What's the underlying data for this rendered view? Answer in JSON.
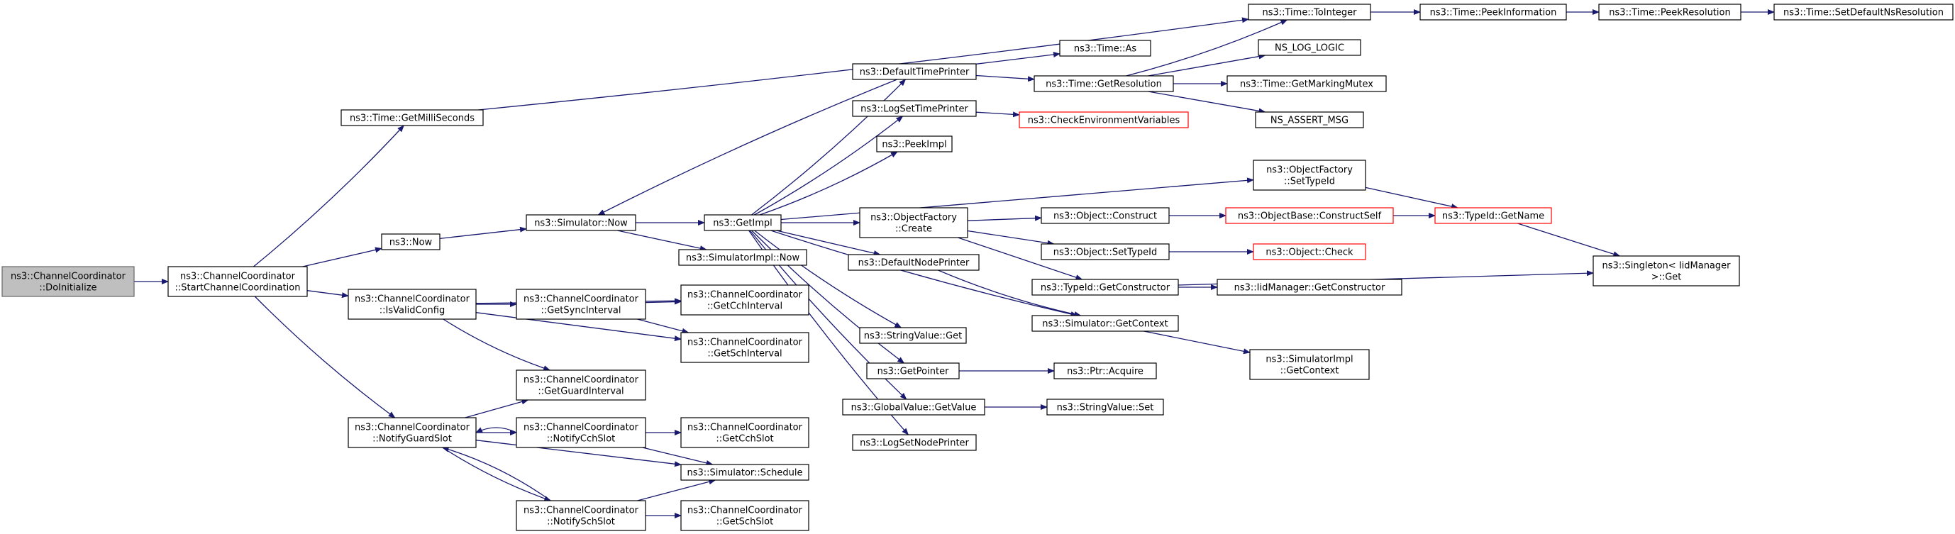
{
  "graph": {
    "colors": {
      "background": "#ffffff",
      "edge": "#191970",
      "root_fill": "#bfbfbf",
      "root_stroke": "#666666",
      "node_stroke": "#000000",
      "truncated_stroke": "#ff0000"
    },
    "nodes": [
      {
        "id": "DoInitialize",
        "lines": [
          "ns3::ChannelCoordinator",
          "::DoInitialize"
        ],
        "kind": "root"
      },
      {
        "id": "StartChannelCoordination",
        "lines": [
          "ns3::ChannelCoordinator",
          "::StartChannelCoordination"
        ],
        "kind": "normal"
      },
      {
        "id": "GetMilliSeconds",
        "lines": [
          "ns3::Time::GetMilliSeconds"
        ],
        "kind": "normal"
      },
      {
        "id": "Now",
        "lines": [
          "ns3::Now"
        ],
        "kind": "normal"
      },
      {
        "id": "IsValidConfig",
        "lines": [
          "ns3::ChannelCoordinator",
          "::IsValidConfig"
        ],
        "kind": "normal"
      },
      {
        "id": "NotifyGuardSlot",
        "lines": [
          "ns3::ChannelCoordinator",
          "::NotifyGuardSlot"
        ],
        "kind": "normal"
      },
      {
        "id": "SimulatorNow",
        "lines": [
          "ns3::Simulator::Now"
        ],
        "kind": "normal"
      },
      {
        "id": "GetSyncInterval",
        "lines": [
          "ns3::ChannelCoordinator",
          "::GetSyncInterval"
        ],
        "kind": "normal"
      },
      {
        "id": "GetGuardInterval",
        "lines": [
          "ns3::ChannelCoordinator",
          "::GetGuardInterval"
        ],
        "kind": "normal"
      },
      {
        "id": "NotifyCchSlot",
        "lines": [
          "ns3::ChannelCoordinator",
          "::NotifyCchSlot"
        ],
        "kind": "normal"
      },
      {
        "id": "NotifySchSlot",
        "lines": [
          "ns3::ChannelCoordinator",
          "::NotifySchSlot"
        ],
        "kind": "normal"
      },
      {
        "id": "GetImpl",
        "lines": [
          "ns3::GetImpl"
        ],
        "kind": "normal"
      },
      {
        "id": "SimulatorImplNow",
        "lines": [
          "ns3::SimulatorImpl::Now"
        ],
        "kind": "normal"
      },
      {
        "id": "GetCchInterval",
        "lines": [
          "ns3::ChannelCoordinator",
          "::GetCchInterval"
        ],
        "kind": "normal"
      },
      {
        "id": "GetSchInterval",
        "lines": [
          "ns3::ChannelCoordinator",
          "::GetSchInterval"
        ],
        "kind": "normal"
      },
      {
        "id": "GetCchSlot",
        "lines": [
          "ns3::ChannelCoordinator",
          "::GetCchSlot"
        ],
        "kind": "normal"
      },
      {
        "id": "Schedule",
        "lines": [
          "ns3::Simulator::Schedule"
        ],
        "kind": "normal"
      },
      {
        "id": "GetSchSlot",
        "lines": [
          "ns3::ChannelCoordinator",
          "::GetSchSlot"
        ],
        "kind": "normal"
      },
      {
        "id": "DefaultTimePrinter",
        "lines": [
          "ns3::DefaultTimePrinter"
        ],
        "kind": "normal"
      },
      {
        "id": "LogSetTimePrinter",
        "lines": [
          "ns3::LogSetTimePrinter"
        ],
        "kind": "normal"
      },
      {
        "id": "PeekImpl",
        "lines": [
          "ns3::PeekImpl"
        ],
        "kind": "normal"
      },
      {
        "id": "ObjectFactoryCreate",
        "lines": [
          "ns3::ObjectFactory",
          "::Create"
        ],
        "kind": "normal"
      },
      {
        "id": "DefaultNodePrinter",
        "lines": [
          "ns3::DefaultNodePrinter"
        ],
        "kind": "normal"
      },
      {
        "id": "StringValueGet",
        "lines": [
          "ns3::StringValue::Get"
        ],
        "kind": "normal"
      },
      {
        "id": "GetPointer",
        "lines": [
          "ns3::GetPointer"
        ],
        "kind": "normal"
      },
      {
        "id": "GlobalValueGetValue",
        "lines": [
          "ns3::GlobalValue::GetValue"
        ],
        "kind": "normal"
      },
      {
        "id": "LogSetNodePrinter",
        "lines": [
          "ns3::LogSetNodePrinter"
        ],
        "kind": "normal"
      },
      {
        "id": "TimeAs",
        "lines": [
          "ns3::Time::As"
        ],
        "kind": "normal"
      },
      {
        "id": "GetResolution",
        "lines": [
          "ns3::Time::GetResolution"
        ],
        "kind": "normal"
      },
      {
        "id": "CheckEnvironmentVariables",
        "lines": [
          "ns3::CheckEnvironmentVariables"
        ],
        "kind": "truncated"
      },
      {
        "id": "ObjectConstruct",
        "lines": [
          "ns3::Object::Construct"
        ],
        "kind": "normal"
      },
      {
        "id": "ObjectSetTypeId",
        "lines": [
          "ns3::Object::SetTypeId"
        ],
        "kind": "normal"
      },
      {
        "id": "GetConstructor",
        "lines": [
          "ns3::TypeId::GetConstructor"
        ],
        "kind": "normal"
      },
      {
        "id": "GetContext",
        "lines": [
          "ns3::Simulator::GetContext"
        ],
        "kind": "normal"
      },
      {
        "id": "PtrAcquire",
        "lines": [
          "ns3::Ptr::Acquire"
        ],
        "kind": "normal"
      },
      {
        "id": "StringValueSet",
        "lines": [
          "ns3::StringValue::Set"
        ],
        "kind": "normal"
      },
      {
        "id": "ToInteger",
        "lines": [
          "ns3::Time::ToInteger"
        ],
        "kind": "normal"
      },
      {
        "id": "NS_LOG_LOGIC",
        "lines": [
          "NS_LOG_LOGIC"
        ],
        "kind": "normal"
      },
      {
        "id": "GetMarkingMutex",
        "lines": [
          "ns3::Time::GetMarkingMutex"
        ],
        "kind": "normal"
      },
      {
        "id": "NS_ASSERT_MSG",
        "lines": [
          "NS_ASSERT_MSG"
        ],
        "kind": "normal"
      },
      {
        "id": "ObjectFactorySetTypeId",
        "lines": [
          "ns3::ObjectFactory",
          "::SetTypeId"
        ],
        "kind": "normal"
      },
      {
        "id": "ConstructSelf",
        "lines": [
          "ns3::ObjectBase::ConstructSelf"
        ],
        "kind": "truncated"
      },
      {
        "id": "ObjectCheck",
        "lines": [
          "ns3::Object::Check"
        ],
        "kind": "truncated"
      },
      {
        "id": "IidGetConstructor",
        "lines": [
          "ns3::IidManager::GetConstructor"
        ],
        "kind": "normal"
      },
      {
        "id": "SimulatorImplGetContext",
        "lines": [
          "ns3::SimulatorImpl",
          "::GetContext"
        ],
        "kind": "normal"
      },
      {
        "id": "PeekInformation",
        "lines": [
          "ns3::Time::PeekInformation"
        ],
        "kind": "normal"
      },
      {
        "id": "PeekResolution",
        "lines": [
          "ns3::Time::PeekResolution"
        ],
        "kind": "normal"
      },
      {
        "id": "SetDefaultNsResolution",
        "lines": [
          "ns3::Time::SetDefaultNsResolution"
        ],
        "kind": "normal"
      },
      {
        "id": "TypeIdGetName",
        "lines": [
          "ns3::TypeId::GetName"
        ],
        "kind": "truncated"
      },
      {
        "id": "SingletonGet",
        "lines": [
          "ns3::Singleton< IidManager",
          " >::Get"
        ],
        "kind": "normal"
      }
    ],
    "edges": [
      [
        "DoInitialize",
        "StartChannelCoordination"
      ],
      [
        "StartChannelCoordination",
        "GetMilliSeconds"
      ],
      [
        "StartChannelCoordination",
        "Now"
      ],
      [
        "StartChannelCoordination",
        "IsValidConfig"
      ],
      [
        "StartChannelCoordination",
        "NotifyGuardSlot"
      ],
      [
        "GetMilliSeconds",
        "ToInteger"
      ],
      [
        "Now",
        "SimulatorNow"
      ],
      [
        "SimulatorNow",
        "GetImpl"
      ],
      [
        "SimulatorNow",
        "SimulatorImplNow"
      ],
      [
        "IsValidConfig",
        "GetSyncInterval"
      ],
      [
        "IsValidConfig",
        "GetCchInterval"
      ],
      [
        "IsValidConfig",
        "GetSchInterval"
      ],
      [
        "IsValidConfig",
        "GetGuardInterval"
      ],
      [
        "GetSyncInterval",
        "GetCchInterval"
      ],
      [
        "GetSyncInterval",
        "GetSchInterval"
      ],
      [
        "NotifyGuardSlot",
        "GetGuardInterval"
      ],
      [
        "NotifyGuardSlot",
        "NotifyCchSlot"
      ],
      [
        "NotifyGuardSlot",
        "Schedule"
      ],
      [
        "NotifyGuardSlot",
        "NotifySchSlot"
      ],
      [
        "NotifyCchSlot",
        "NotifyGuardSlot"
      ],
      [
        "NotifyCchSlot",
        "GetCchSlot"
      ],
      [
        "NotifyCchSlot",
        "Schedule"
      ],
      [
        "NotifySchSlot",
        "NotifyGuardSlot"
      ],
      [
        "NotifySchSlot",
        "Schedule"
      ],
      [
        "NotifySchSlot",
        "GetSchSlot"
      ],
      [
        "GetImpl",
        "DefaultTimePrinter"
      ],
      [
        "GetImpl",
        "LogSetTimePrinter"
      ],
      [
        "GetImpl",
        "PeekImpl"
      ],
      [
        "GetImpl",
        "ObjectFactorySetTypeId"
      ],
      [
        "GetImpl",
        "ObjectFactoryCreate"
      ],
      [
        "GetImpl",
        "DefaultNodePrinter"
      ],
      [
        "GetImpl",
        "StringValueGet"
      ],
      [
        "GetImpl",
        "GetPointer"
      ],
      [
        "GetImpl",
        "GlobalValueGetValue"
      ],
      [
        "GetImpl",
        "LogSetNodePrinter"
      ],
      [
        "GetImpl",
        "GetContext"
      ],
      [
        "DefaultTimePrinter",
        "SimulatorNow"
      ],
      [
        "DefaultTimePrinter",
        "TimeAs"
      ],
      [
        "DefaultTimePrinter",
        "GetResolution"
      ],
      [
        "LogSetTimePrinter",
        "CheckEnvironmentVariables"
      ],
      [
        "ObjectFactoryCreate",
        "ObjectConstruct"
      ],
      [
        "ObjectFactoryCreate",
        "ObjectSetTypeId"
      ],
      [
        "ObjectFactoryCreate",
        "GetConstructor"
      ],
      [
        "DefaultNodePrinter",
        "GetContext"
      ],
      [
        "GetPointer",
        "PtrAcquire"
      ],
      [
        "GlobalValueGetValue",
        "StringValueSet"
      ],
      [
        "GetResolution",
        "ToInteger"
      ],
      [
        "GetResolution",
        "NS_LOG_LOGIC"
      ],
      [
        "GetResolution",
        "GetMarkingMutex"
      ],
      [
        "GetResolution",
        "NS_ASSERT_MSG"
      ],
      [
        "ObjectConstruct",
        "ConstructSelf"
      ],
      [
        "ObjectSetTypeId",
        "ObjectCheck"
      ],
      [
        "GetConstructor",
        "IidGetConstructor"
      ],
      [
        "GetConstructor",
        "SingletonGet"
      ],
      [
        "GetContext",
        "SimulatorImplGetContext"
      ],
      [
        "ToInteger",
        "PeekInformation"
      ],
      [
        "PeekInformation",
        "PeekResolution"
      ],
      [
        "PeekResolution",
        "SetDefaultNsResolution"
      ],
      [
        "ObjectFactorySetTypeId",
        "TypeIdGetName"
      ],
      [
        "ConstructSelf",
        "TypeIdGetName"
      ],
      [
        "TypeIdGetName",
        "SingletonGet"
      ]
    ]
  }
}
